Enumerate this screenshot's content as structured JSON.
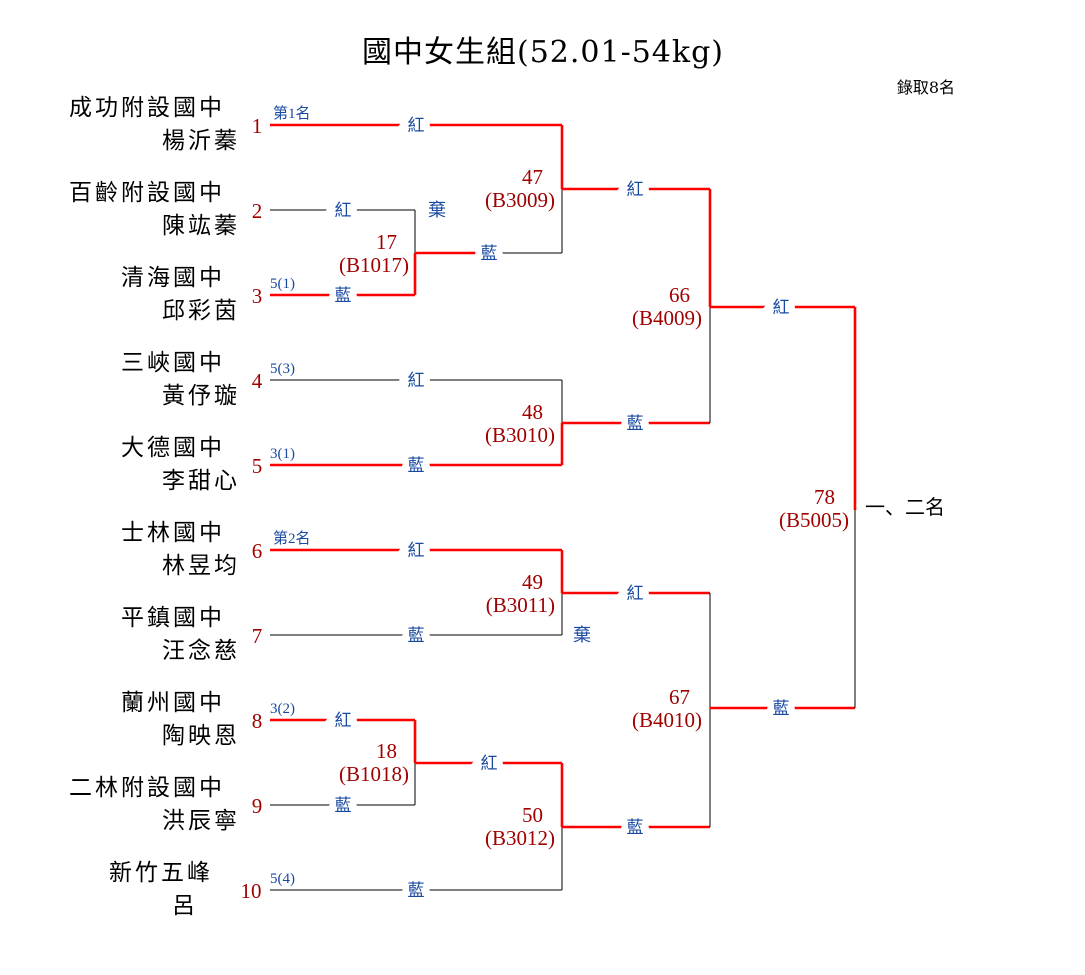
{
  "title": "國中女生組(52.01-54kg)",
  "quota": "錄取8名",
  "labels": {
    "red": "紅",
    "blue": "藍",
    "forfeit": "棄"
  },
  "final_label": "一、二名",
  "entries": [
    {
      "seed": "1",
      "school": "成功附設國中",
      "name": "楊沂蓁",
      "note": "第1名"
    },
    {
      "seed": "2",
      "school": "百齡附設國中",
      "name": "陳竑蓁",
      "note": ""
    },
    {
      "seed": "3",
      "school": "清海國中",
      "name": "邱彩茵",
      "note": "5(1)"
    },
    {
      "seed": "4",
      "school": "三峽國中",
      "name": "黃伃璇",
      "note": "5(3)"
    },
    {
      "seed": "5",
      "school": "大德國中",
      "name": "李甜心",
      "note": "3(1)"
    },
    {
      "seed": "6",
      "school": "士林國中",
      "name": "林昱均",
      "note": "第2名"
    },
    {
      "seed": "7",
      "school": "平鎮國中",
      "name": "汪念慈",
      "note": ""
    },
    {
      "seed": "8",
      "school": "蘭州國中",
      "name": "陶映恩",
      "note": "3(2)"
    },
    {
      "seed": "9",
      "school": "二林附設國中",
      "name": "洪辰寧",
      "note": ""
    },
    {
      "seed": "10",
      "school": "新竹五峰",
      "name": "呂",
      "note": "5(4)"
    }
  ],
  "matches": {
    "m17": {
      "no": "17",
      "code": "(B1017)"
    },
    "m18": {
      "no": "18",
      "code": "(B1018)"
    },
    "m47": {
      "no": "47",
      "code": "(B3009)"
    },
    "m48": {
      "no": "48",
      "code": "(B3010)"
    },
    "m49": {
      "no": "49",
      "code": "(B3011)"
    },
    "m50": {
      "no": "50",
      "code": "(B3012)"
    },
    "m66": {
      "no": "66",
      "code": "(B4009)"
    },
    "m67": {
      "no": "67",
      "code": "(B4010)"
    },
    "m78": {
      "no": "78",
      "code": "(B5005)"
    }
  }
}
